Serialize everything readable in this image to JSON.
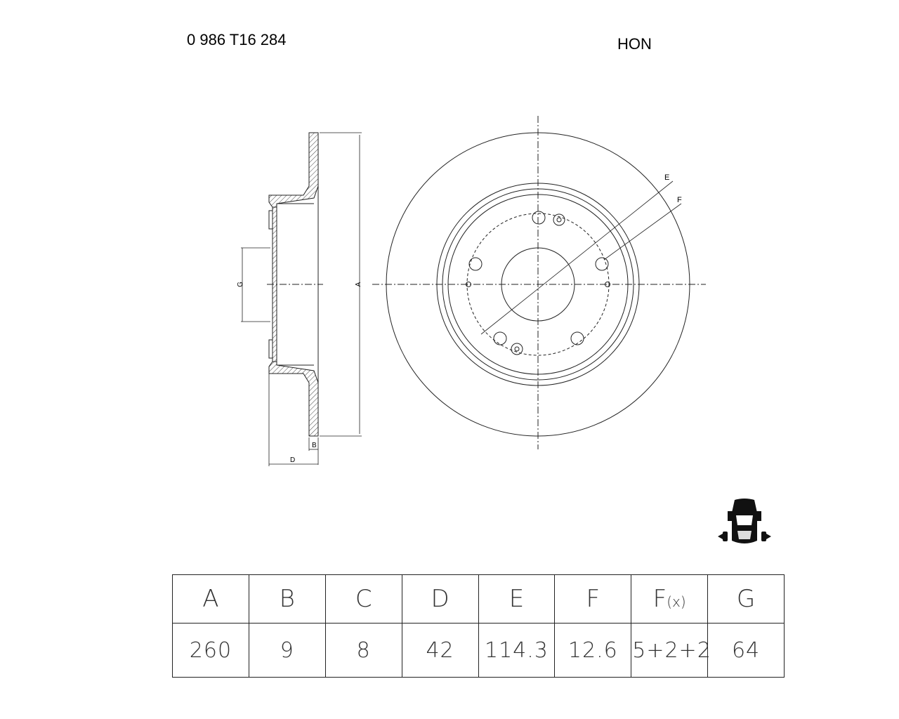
{
  "header": {
    "part_number": "0 986 T16 284",
    "make_code": "HON"
  },
  "drawing": {
    "side_view_labels": {
      "G": "G",
      "A": "A",
      "B": "B",
      "D": "D"
    },
    "front_view_labels": {
      "E": "E",
      "F": "F"
    },
    "icon": "car-rear-axle-icon"
  },
  "spec_table": {
    "headers": [
      {
        "main": "A",
        "sub": ""
      },
      {
        "main": "B",
        "sub": ""
      },
      {
        "main": "C",
        "sub": ""
      },
      {
        "main": "D",
        "sub": ""
      },
      {
        "main": "E",
        "sub": ""
      },
      {
        "main": "F",
        "sub": ""
      },
      {
        "main": "F",
        "sub": "(x)"
      },
      {
        "main": "G",
        "sub": ""
      }
    ],
    "values": [
      "260",
      "9",
      "8",
      "42",
      "114.3",
      "12.6",
      "5+2+2",
      "64"
    ]
  }
}
